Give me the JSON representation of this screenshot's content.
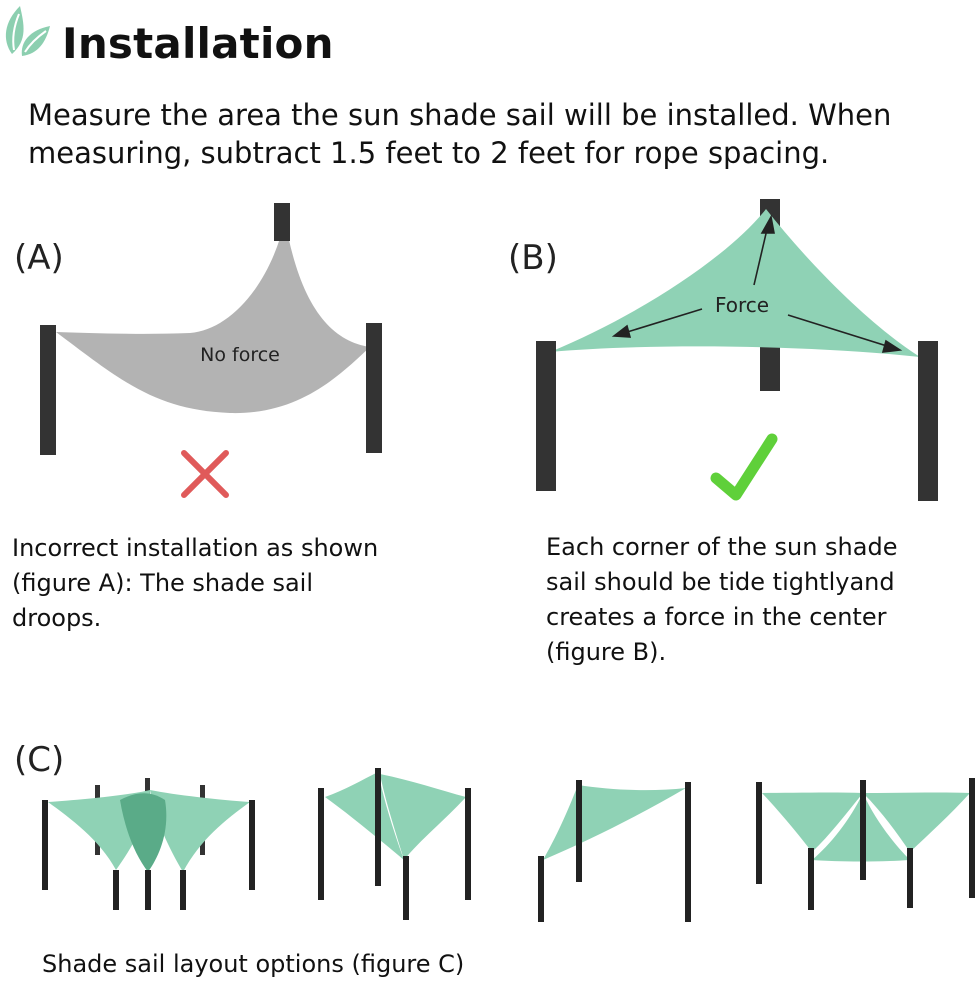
{
  "header": {
    "title": "Installation",
    "logo_icon": "leaf-icon"
  },
  "intro": {
    "line1": "Measure the area the sun shade sail will be installed. When",
    "line2": "measuring, subtract 1.5 feet to 2 feet for rope spacing."
  },
  "figure_a": {
    "label": "(A)",
    "sail_text": "No force",
    "mark_icon": "cross-icon",
    "caption_lines": [
      "Incorrect installation as shown",
      "(figure A):  The shade sail",
      "droops."
    ]
  },
  "figure_b": {
    "label": "(B)",
    "sail_text": "Force",
    "mark_icon": "checkmark-icon",
    "caption_lines": [
      "Each corner of the sun shade",
      "sail should be tide tightlyand",
      "creates a force in the center",
      "(figure B)."
    ]
  },
  "figure_c": {
    "label": "(C)",
    "caption": "Shade sail layout options (figure C)"
  },
  "colors": {
    "sail_green": "#8fd2b5",
    "sail_green_dark": "#5aab88",
    "sail_gray": "#b3b3b3",
    "post": "#333333",
    "cross_red": "#e05a5a",
    "check_green": "#5fd03a",
    "leaf": "#8ccfb0"
  }
}
